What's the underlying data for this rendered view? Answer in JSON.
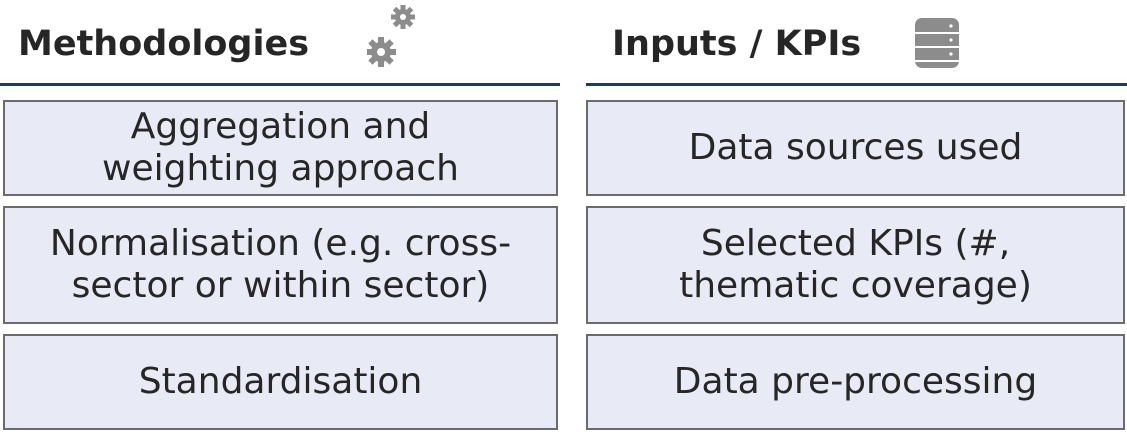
{
  "left": {
    "title": "Methodologies",
    "icon": "gears-icon",
    "items": [
      {
        "line1": "Aggregation and",
        "line2": "weighting approach"
      },
      {
        "line1": "Normalisation (e.g. cross-",
        "line2": "sector or within sector)"
      },
      {
        "line1": "Standardisation",
        "line2": ""
      }
    ]
  },
  "right": {
    "title": "Inputs / KPIs",
    "icon": "database-icon",
    "items": [
      {
        "line1": "Data sources used",
        "line2": ""
      },
      {
        "line1": "Selected KPIs (#,",
        "line2": "thematic coverage)"
      },
      {
        "line1": "Data pre-processing",
        "line2": ""
      }
    ]
  },
  "colors": {
    "rule": "#1f3b63",
    "box_fill": "#e8ebf5",
    "box_border": "#6b6b6b",
    "icon": "#8c8c8c"
  }
}
